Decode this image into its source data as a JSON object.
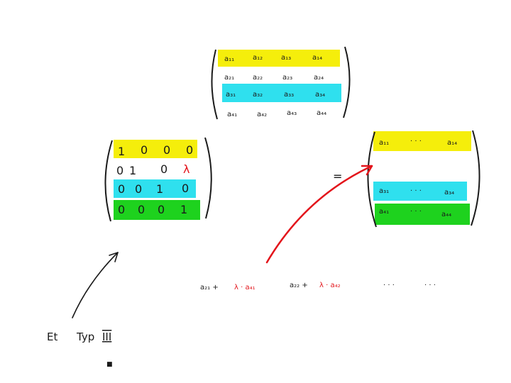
{
  "colors": {
    "yellow": "#f5ee0b",
    "cyan": "#2fe0ee",
    "green": "#1ed21e",
    "ink": "#1a1a1a",
    "red": "#e3141b"
  },
  "matrix_a": {
    "rows": [
      [
        "a₁₁",
        "a₁₂",
        "a₁₃",
        "a₁₄"
      ],
      [
        "a₂₁",
        "a₂₂",
        "a₂₃",
        "a₂₄"
      ],
      [
        "a₃₁",
        "a₃₂",
        "a₃₃",
        "a₃₄"
      ],
      [
        "a₄₁",
        "a₄₂",
        "a₄₃",
        "a₄₄"
      ]
    ]
  },
  "elementary_matrix": {
    "rows": [
      [
        "1",
        "0",
        "0",
        "0"
      ],
      [
        "0",
        "1",
        "0",
        "λ"
      ],
      [
        "0",
        "0",
        "1",
        "0"
      ],
      [
        "0",
        "0",
        "0",
        "1"
      ]
    ]
  },
  "equals_sign": "=",
  "result_matrix": {
    "row1": [
      "a₁₁",
      "· · ·",
      "a₁₄"
    ],
    "row3": [
      "a₃₁",
      "· · ·",
      "a₃₄"
    ],
    "row4": [
      "a₄₁",
      "· · ·",
      "a₄₄"
    ]
  },
  "row_formula": {
    "term1_base": "a₂₁ +",
    "term1_factor": "λ · a₄₁",
    "term2_base": "a₂₂ +",
    "term2_factor": "λ · a₄₂",
    "dots1": "· · ·",
    "dots2": "· · ·"
  },
  "label": {
    "et": "Et",
    "typ": "Typ",
    "roman": "III"
  },
  "bullet": "■"
}
